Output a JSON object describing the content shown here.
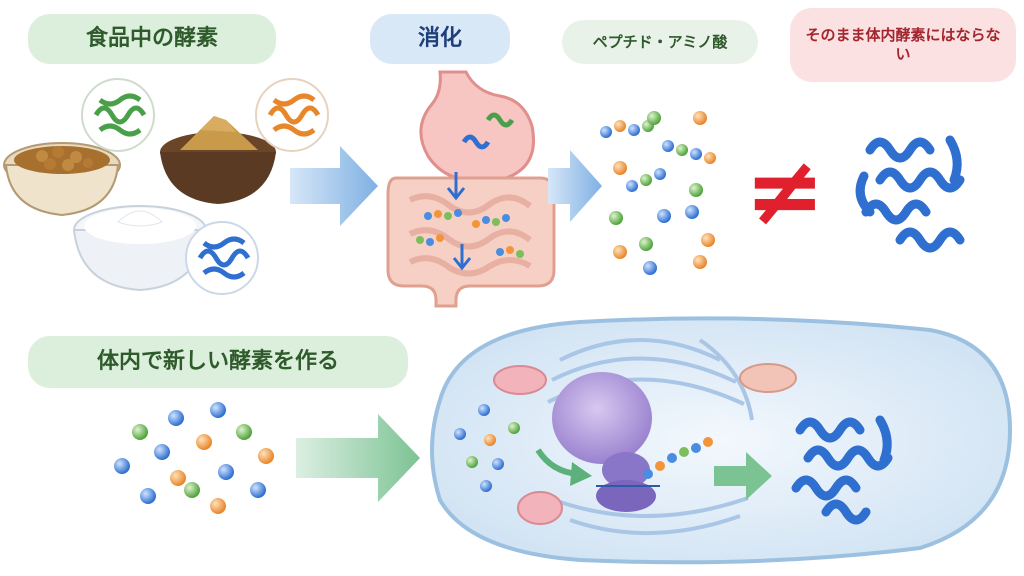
{
  "labels": {
    "food_enzymes": "食品中の酵素",
    "digestion": "消化",
    "peptides_amino_acids": "ペプチド・アミノ酸",
    "not_body_enzymes": "そのまま体内酵素にはならない",
    "make_new_enzymes": "体内で新しい酵素を作る",
    "not_equal_symbol": "≠"
  },
  "colors": {
    "green_label_bg": "#dcefdc",
    "blue_label_bg": "#d9e8f7",
    "pink_label_bg": "#fbe1e1",
    "red_text": "#a3262e",
    "not_equal": "#e0202d",
    "arrow_blue": "#8fbbe6",
    "arrow_green": "#8cc9a1",
    "amino_blue": "#4a8de0",
    "amino_orange": "#f2953a",
    "amino_green": "#7cbf5a",
    "enzyme_blue": "#2f6fd0",
    "enzyme_green": "#4aa04a",
    "enzyme_orange": "#e8862a"
  },
  "icons": [
    "natto-bowl-icon",
    "miso-bowl-icon",
    "yogurt-bowl-icon",
    "stomach-intestine-icon",
    "enzyme-protein-icon",
    "cell-icon",
    "nucleus-icon",
    "ribosome-icon",
    "mitochondria-icon"
  ]
}
